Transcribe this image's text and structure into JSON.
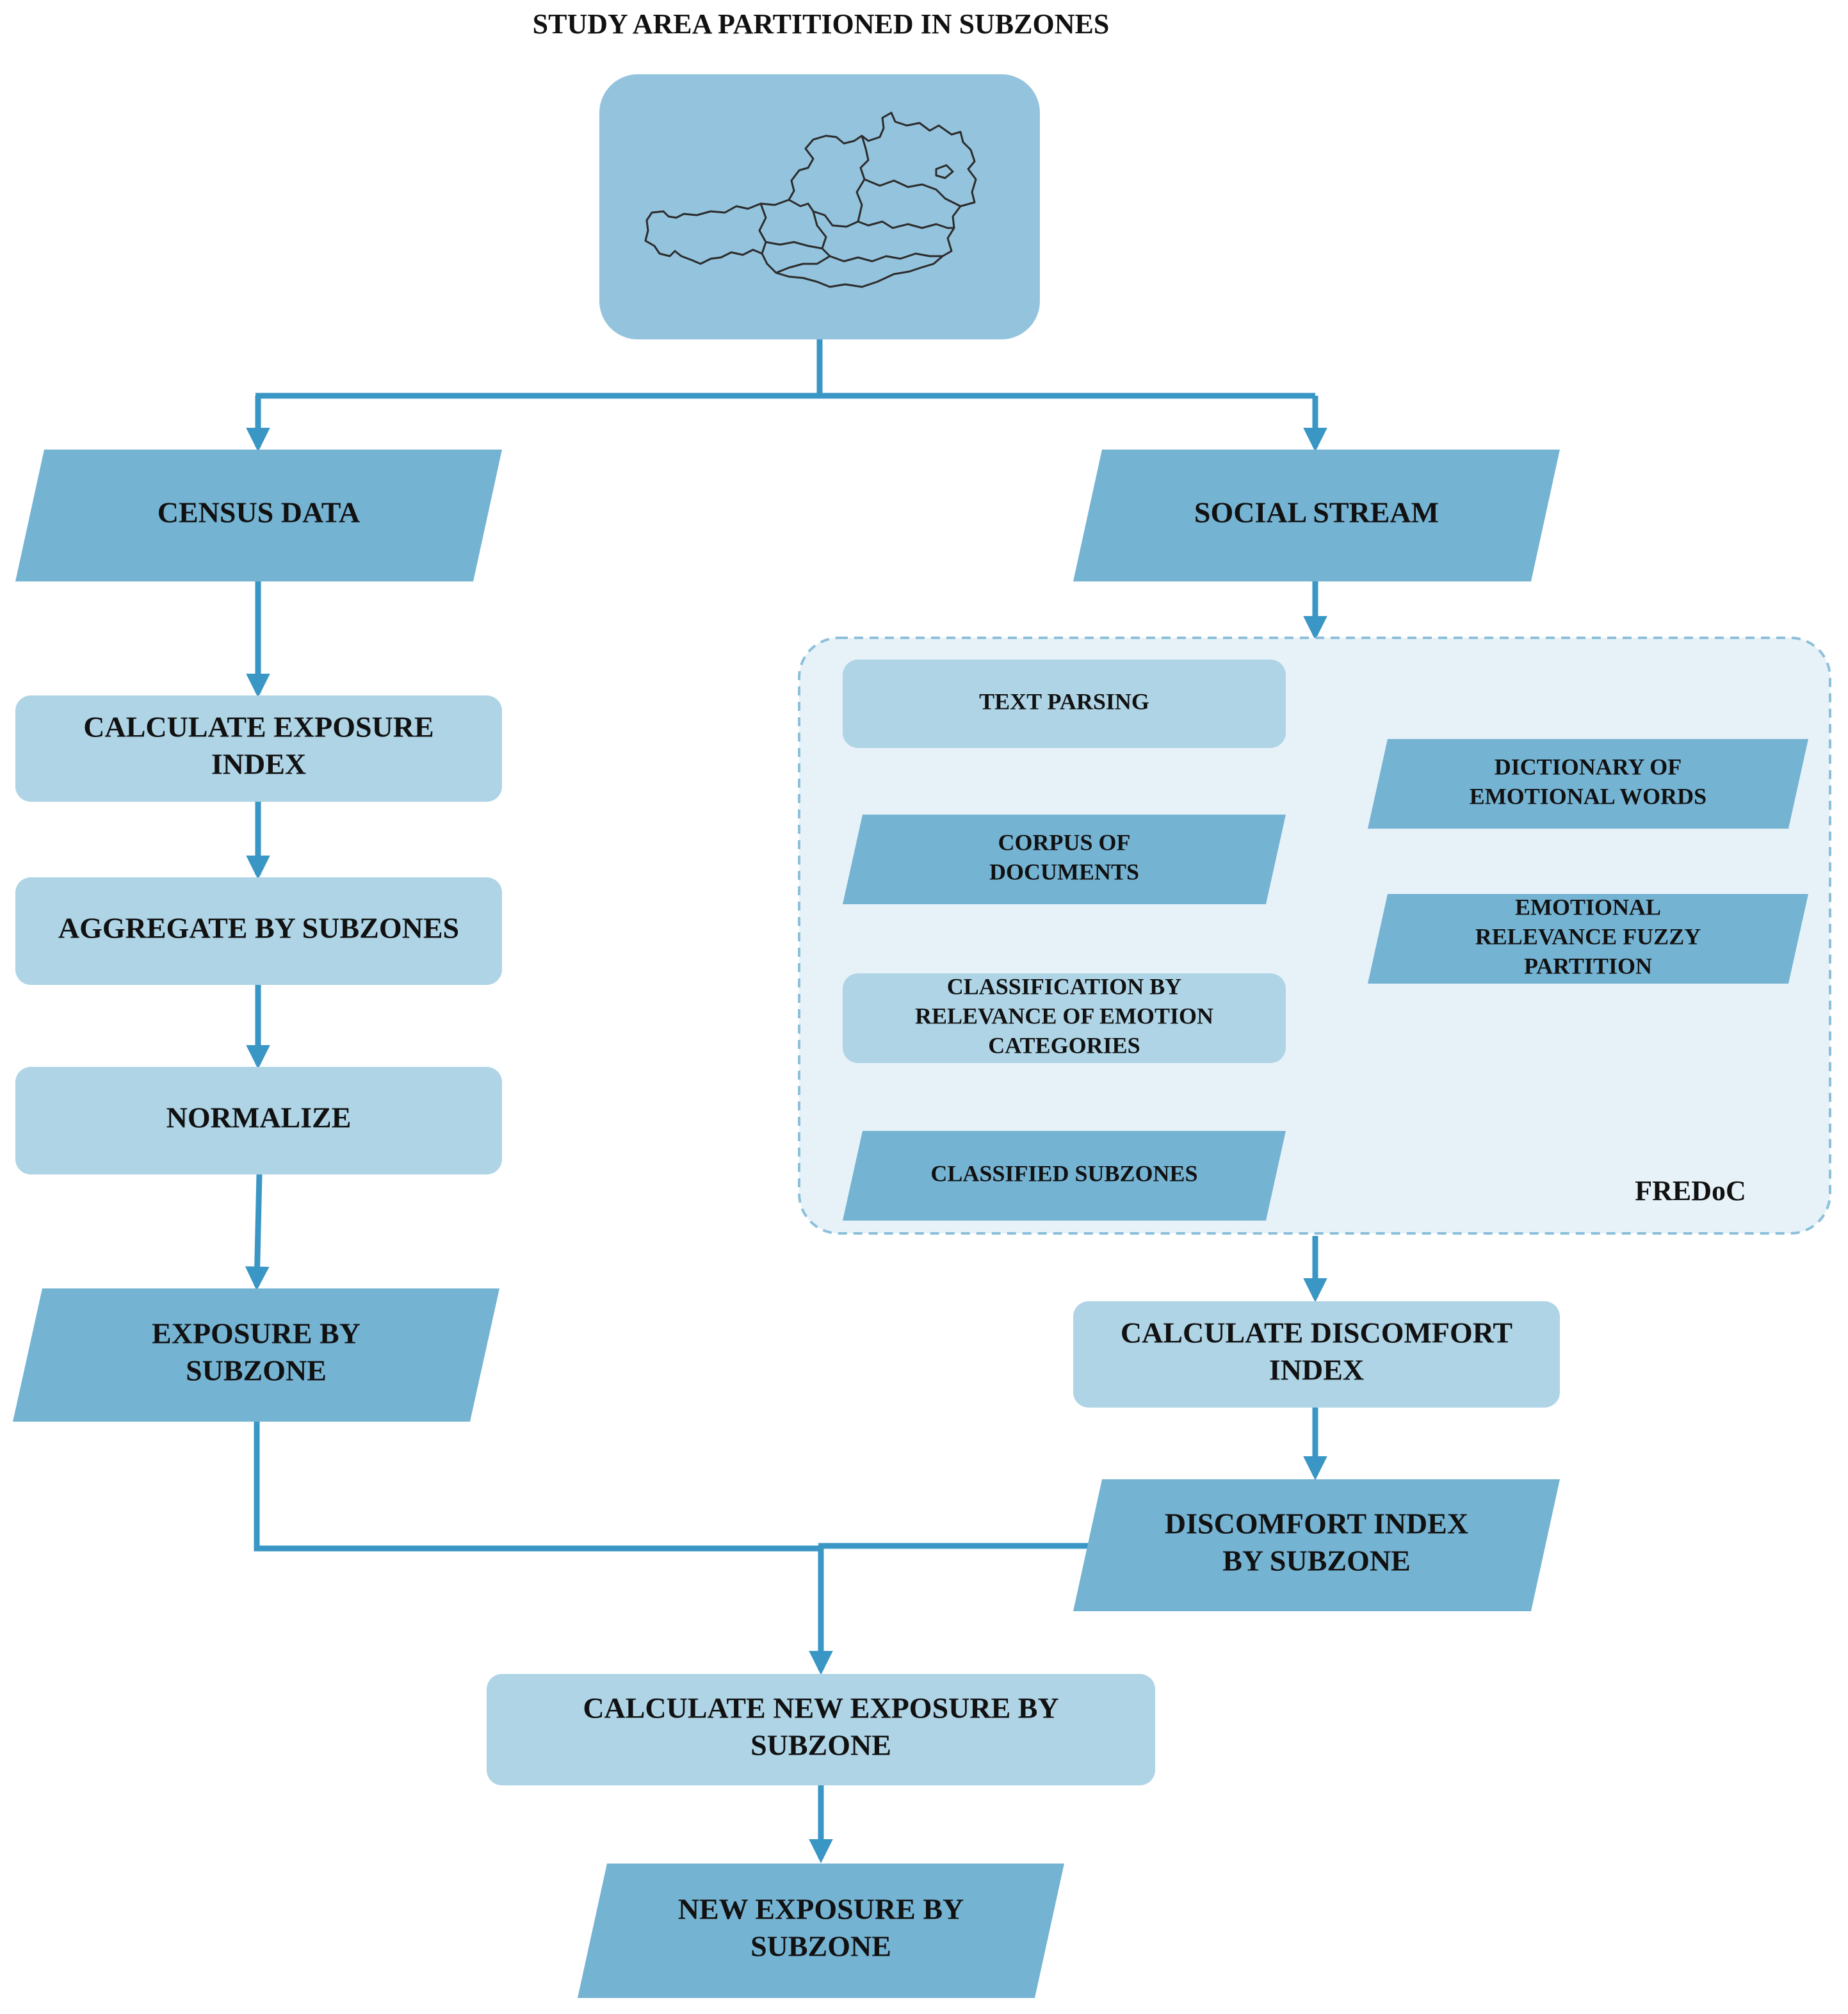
{
  "title": "STUDY AREA PARTITIONED IN SUBZONES",
  "colors": {
    "map_box": "#94c3dd",
    "io": "#75b3d3",
    "process": "#aed4e6",
    "panel_fill": "#e7f2f8",
    "panel_border": "#8cc0da",
    "arrow": "#3a96c4",
    "map_outline": "#2b2b2b"
  },
  "map": {
    "icon": "austria-map-icon"
  },
  "left_branch": {
    "census": [
      "CENSUS DATA"
    ],
    "calc_exposure": [
      "CALCULATE EXPOSURE",
      "INDEX"
    ],
    "aggregate": [
      "AGGREGATE BY SUBZONES"
    ],
    "normalize": [
      "NORMALIZE"
    ],
    "exposure_by_subzone": [
      "EXPOSURE BY",
      "SUBZONE"
    ]
  },
  "right_branch": {
    "social_stream": [
      "SOCIAL STREAM"
    ],
    "fredoc": {
      "label": "FREDoC",
      "text_parsing": [
        "TEXT  PARSING"
      ],
      "corpus": [
        "CORPUS OF",
        "DOCUMENTS"
      ],
      "classification": [
        "CLASSIFICATION  BY",
        "RELEVANCE  OF  EMOTION",
        "CATEGORIES"
      ],
      "classified": [
        "CLASSIFIED SUBZONES"
      ],
      "dictionary": [
        "DICTIONARY  OF",
        "EMOTIONAL  WORDS"
      ],
      "fuzzy_partition": [
        "EMOTIONAL",
        "RELEVANCE  FUZZY",
        "PARTITION"
      ]
    },
    "calc_discomfort": [
      "CALCULATE DISCOMFORT",
      "INDEX"
    ],
    "discomfort_by_subzone": [
      "DISCOMFORT INDEX",
      "BY SUBZONE"
    ]
  },
  "merge": {
    "calc_new_exposure": [
      "CALCULATE NEW EXPOSURE BY",
      "SUBZONE"
    ],
    "new_exposure": [
      "NEW EXPOSURE BY",
      "SUBZONE"
    ]
  }
}
